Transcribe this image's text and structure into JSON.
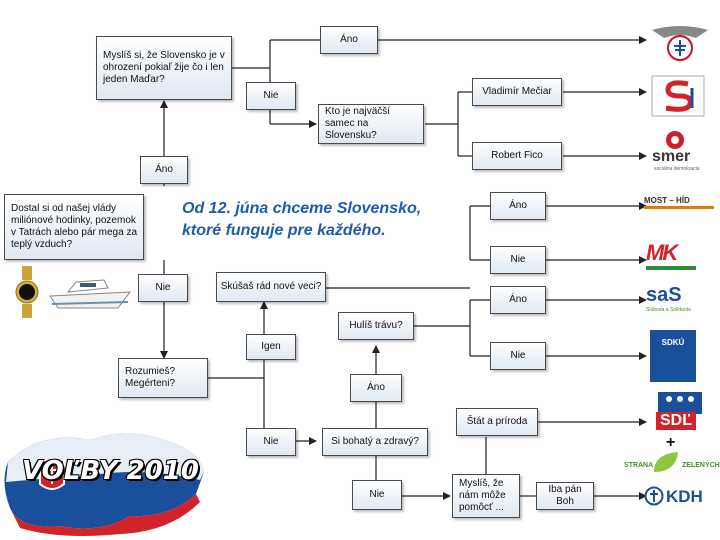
{
  "headline": {
    "line1": "Od 12. júna chceme Slovensko,",
    "line2": "ktoré funguje pre každého."
  },
  "nodes": {
    "start_question": "Dostal si od našej vlády miliónové hodinky, pozemok v Tatrách alebo pár mega za teplý vzduch?",
    "start_yes": "Áno",
    "start_no": "Nie",
    "slovak_question": "Myslíš si, že Slovensko je v ohrození pokiaľ žije čo i len jeden Maďar?",
    "slovak_yes": "Áno",
    "slovak_no": "Nie",
    "biggest_male_question": "Kto je najväčší samec na Slovensku?",
    "answer_meciar": "Vladimír Mečiar",
    "answer_fico": "Robert Fico",
    "understand_question": "Rozumieš? Megérteni?",
    "understand_yes": "Igen",
    "understand_no": "Nie",
    "new_things_question": "Skúšaš rád nové veci?",
    "new_things_yes": "Áno",
    "new_things_no": "Nie",
    "rich_question": "Si bohatý a zdravý?",
    "rich_yes": "Áno",
    "rich_no": "Nie",
    "grass_question": "Hulíš trávu?",
    "grass_yes": "Áno",
    "grass_no": "Nie",
    "state_nature": "Štát a príroda",
    "help_question": "Myslíš, že nám môže pomôcť ...",
    "only_god": "Iba pán Boh"
  },
  "parties": {
    "most_hid": "MOST – HÍD",
    "smer": "smer",
    "smer_sub": "sociálna demokracia",
    "mk": "MK",
    "sas": "saS",
    "sas_sub": "Sloboda a Solidarita",
    "sdku": "SDKÚ",
    "sdl": "SDĽ",
    "strana_zelenych_1": "STRANA",
    "strana_zelenych_2": "ZELENÝCH",
    "plus": "+",
    "kdh": "KDH"
  },
  "brand": {
    "title": "VOĽBY 2010"
  },
  "colors": {
    "box_border": "#4a4a4a",
    "headline": "#1f5ca8",
    "smer_red": "#cc1f2a",
    "kdh_blue": "#1a4f9c",
    "sas_green": "#8bc34a",
    "sdl_red": "#d2232a",
    "zeleni_green": "#8dc63f"
  }
}
